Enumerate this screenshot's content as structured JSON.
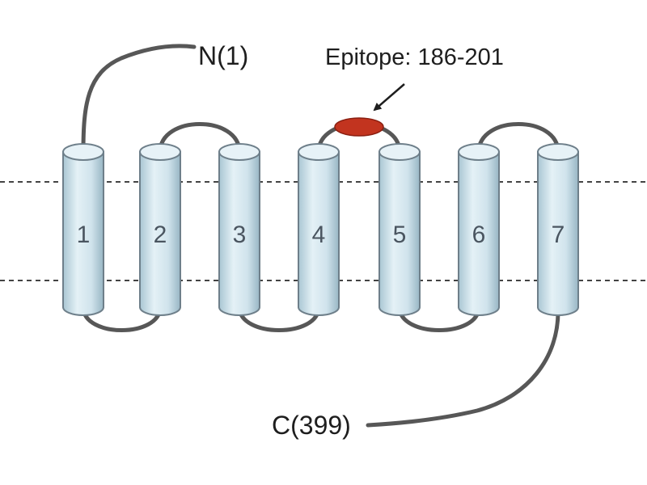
{
  "labels": {
    "n_terminus": "N(1)",
    "c_terminus": "C(399)",
    "epitope": "Epitope: 186-201"
  },
  "helices": [
    "1",
    "2",
    "3",
    "4",
    "5",
    "6",
    "7"
  ],
  "colors": {
    "helix_fill": "#d3e6ef",
    "helix_stroke": "#6e7f8a",
    "helix_top": "#e7f2f7",
    "loop": "#575757",
    "epitope": "#c2341f",
    "membrane_line": "#444444",
    "text": "#1e1e1e"
  }
}
